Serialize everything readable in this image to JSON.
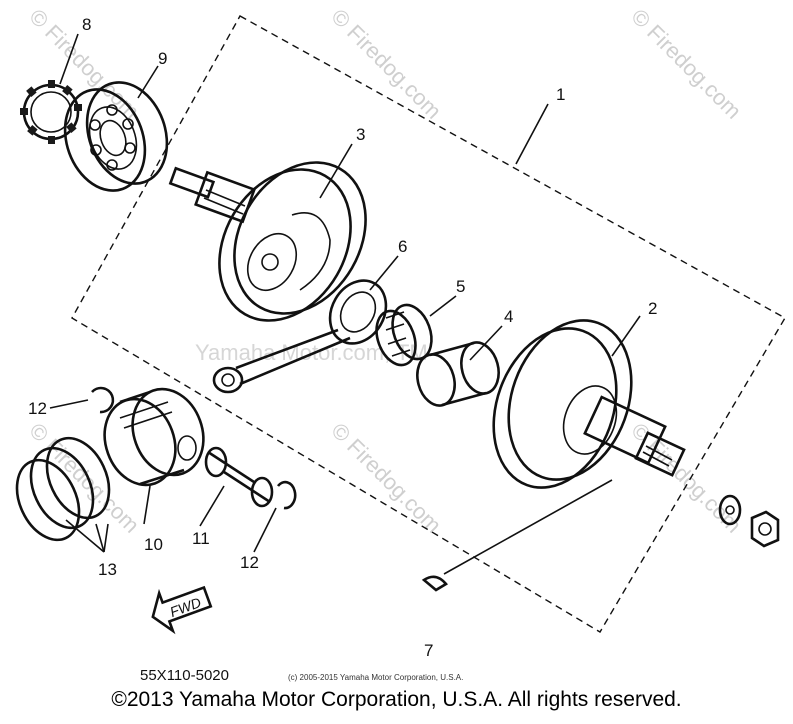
{
  "watermarks": {
    "firedog": "© Firedog.com",
    "center": "Yamaha Motor.com, TM"
  },
  "callouts": [
    {
      "id": "1",
      "text": "1"
    },
    {
      "id": "2",
      "text": "2"
    },
    {
      "id": "3",
      "text": "3"
    },
    {
      "id": "4",
      "text": "4"
    },
    {
      "id": "5",
      "text": "5"
    },
    {
      "id": "6",
      "text": "6"
    },
    {
      "id": "7",
      "text": "7"
    },
    {
      "id": "8",
      "text": "8"
    },
    {
      "id": "9",
      "text": "9"
    },
    {
      "id": "10",
      "text": "10"
    },
    {
      "id": "11",
      "text": "11"
    },
    {
      "id": "12a",
      "text": "12"
    },
    {
      "id": "12b",
      "text": "12"
    },
    {
      "id": "13",
      "text": "13"
    }
  ],
  "fwd_label": "FWD",
  "diagram_code": "55X110-5020",
  "small_copyright": "(c) 2005-2015 Yamaha Motor Corporation, U.S.A.",
  "footer_copyright": "©2013 Yamaha Motor Corporation, U.S.A. All rights reserved."
}
